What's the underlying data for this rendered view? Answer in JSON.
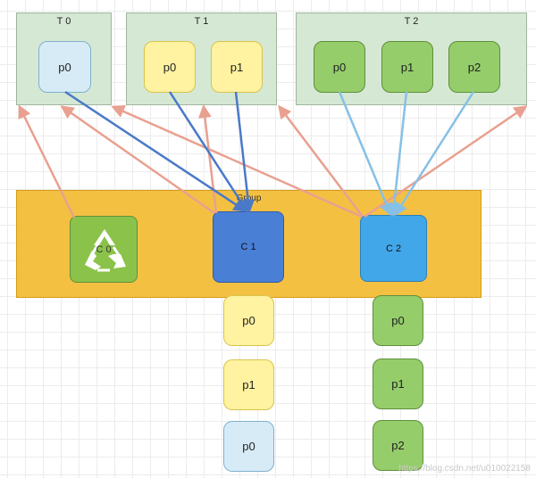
{
  "topics": [
    {
      "label": "T 0",
      "partitions": [
        "p0"
      ]
    },
    {
      "label": "T 1",
      "partitions": [
        "p0",
        "p1"
      ]
    },
    {
      "label": "T 2",
      "partitions": [
        "p0",
        "p1",
        "p2"
      ]
    }
  ],
  "group": {
    "label": "Group",
    "consumers": [
      {
        "label": "C 0",
        "icon": "recycle-icon"
      },
      {
        "label": "C 1"
      },
      {
        "label": "C 2"
      }
    ]
  },
  "assigned": {
    "c1": [
      "p0",
      "p1",
      "p0"
    ],
    "c2": [
      "p0",
      "p1",
      "p2"
    ]
  },
  "colors": {
    "subscription_arrow": "#e9a090",
    "c1_assignment": "#4a79c8",
    "c2_assignment": "#86c0e6"
  },
  "watermark": "https://blog.csdn.net/u010022158"
}
